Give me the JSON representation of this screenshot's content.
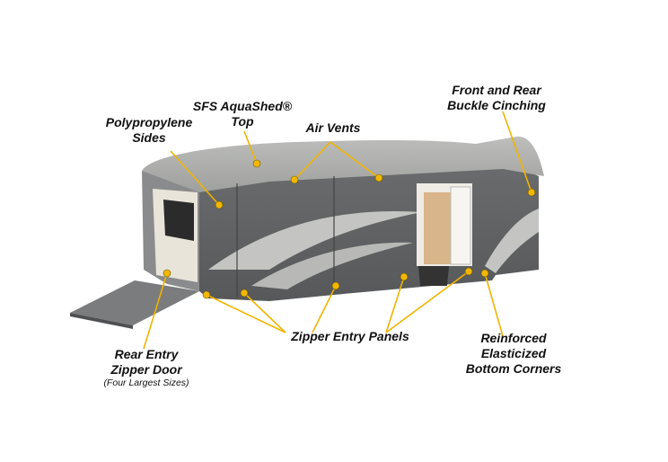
{
  "labels": {
    "polypropylene_sides": [
      "Polypropylene",
      "Sides"
    ],
    "aquashed_top": [
      "SFS AquaShed®",
      "Top"
    ],
    "air_vents": "Air Vents",
    "front_rear_buckle": [
      "Front and Rear",
      "Buckle Cinching"
    ],
    "rear_entry_zipper_door": [
      "Rear Entry",
      "Zipper Door"
    ],
    "four_largest_sizes": "(Four Largest Sizes)",
    "zipper_entry_panels": "Zipper Entry Panels",
    "reinforced_corners": [
      "Reinforced",
      "Elasticized",
      "Bottom Corners"
    ]
  },
  "colors": {
    "callout_line": "#f0b400",
    "callout_dot": "#f2b800",
    "cover_light": "#a9aaa8",
    "cover_dark": "#5f6163",
    "swoosh_light": "#c4c5c2"
  }
}
